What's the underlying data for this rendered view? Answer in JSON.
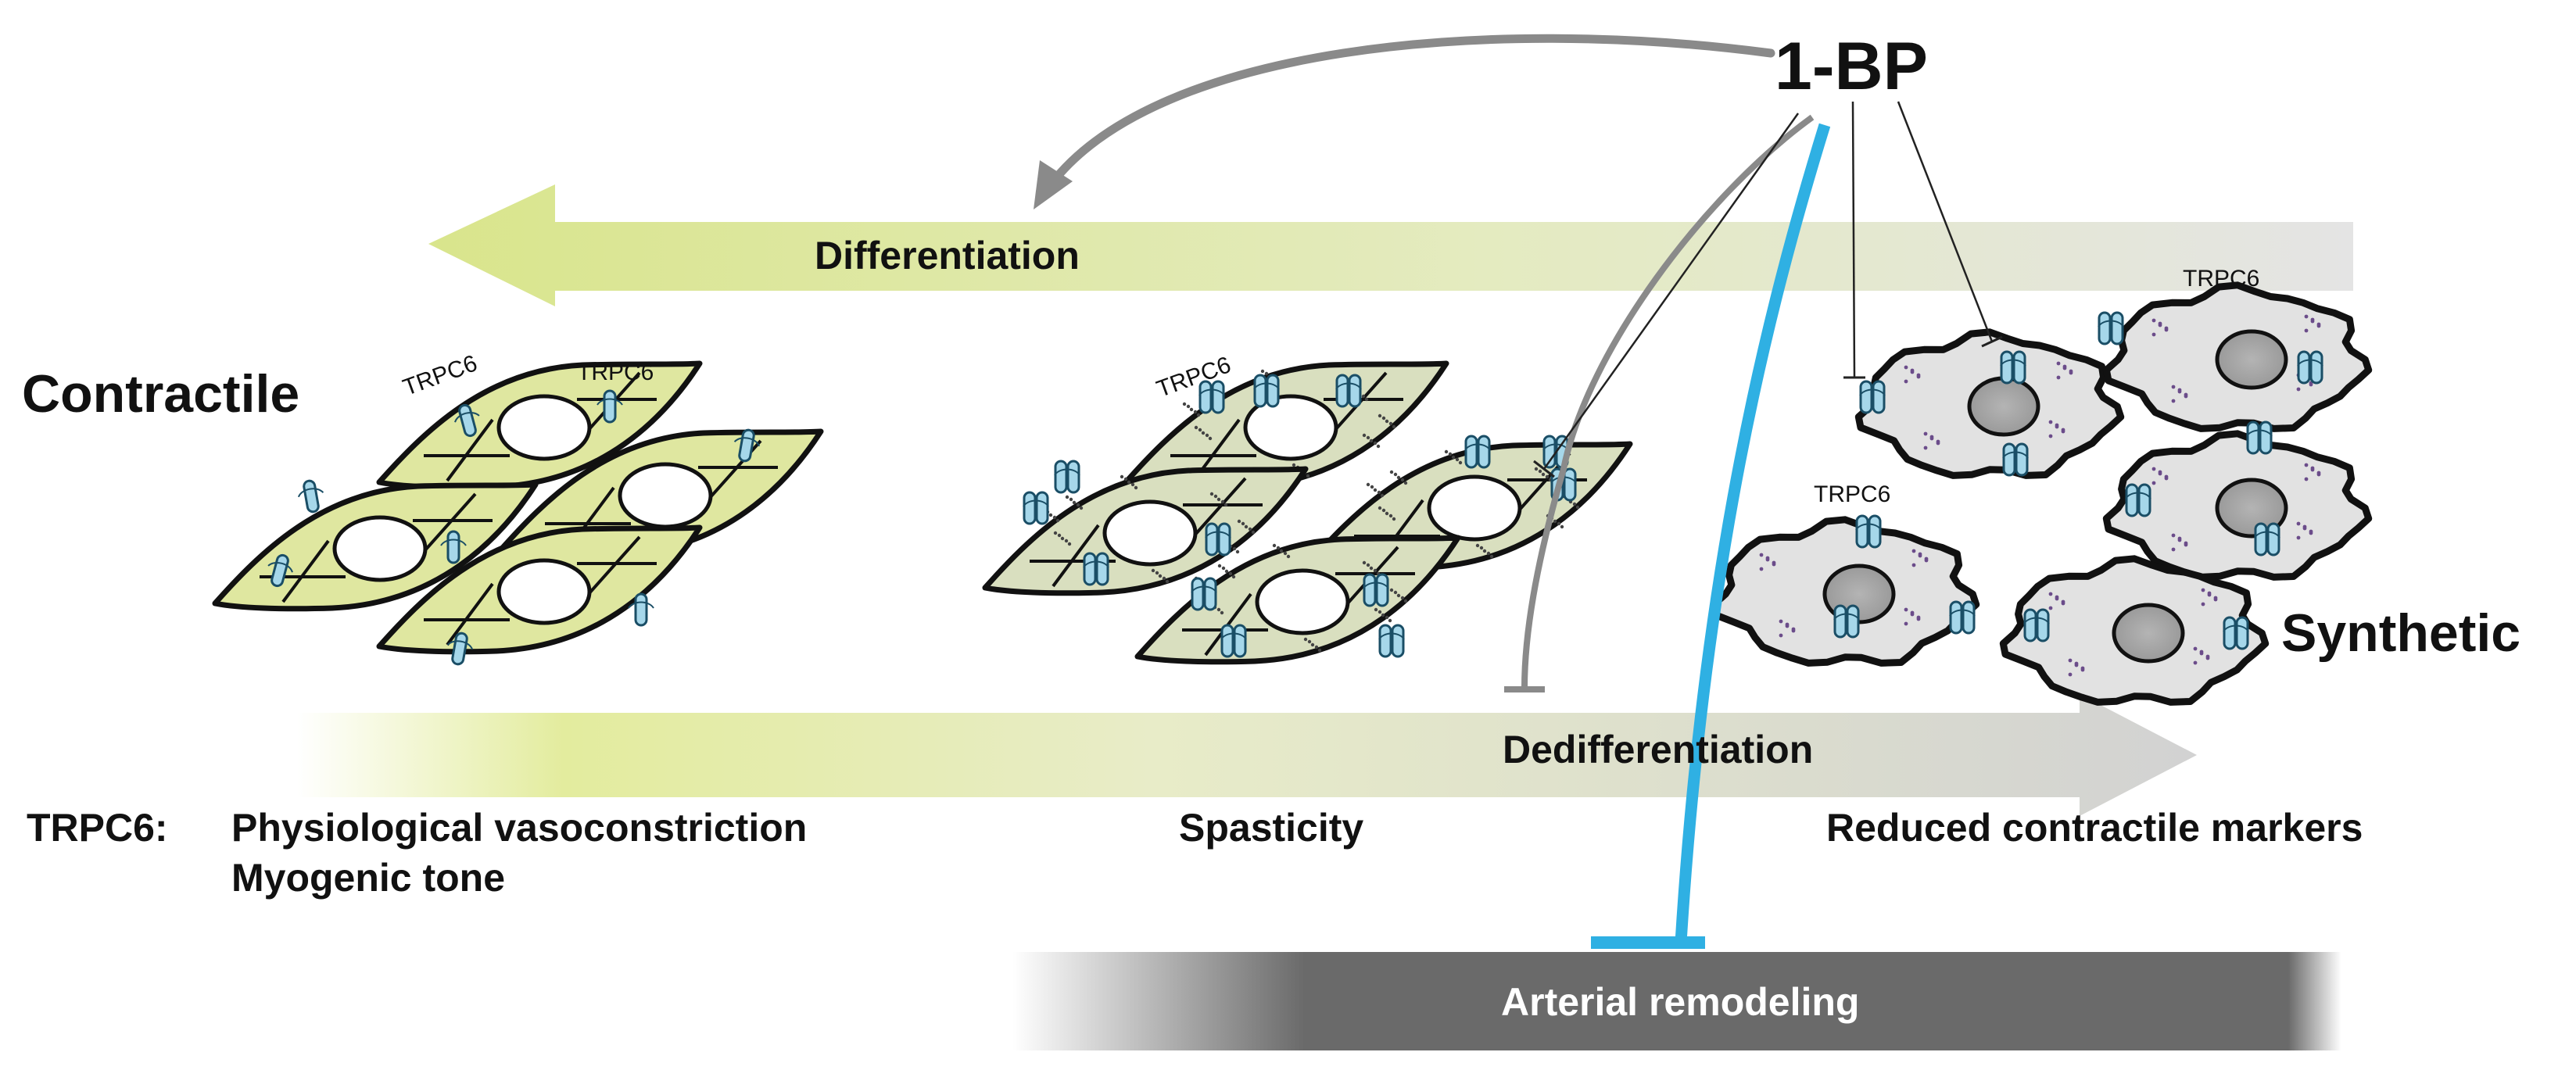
{
  "drug": "1-BP",
  "arrows": {
    "differentiation": "Differentiation",
    "dedifferentiation": "Dedifferentiation"
  },
  "phenotypes": {
    "contractile": "Contractile",
    "synthetic": "Synthetic"
  },
  "channel_label": "TRPC6",
  "trpc6_functions": {
    "prefix": "TRPC6:",
    "contractile_line1": "Physiological vasoconstriction",
    "contractile_line2": "Myogenic tone",
    "intermediate": "Spasticity",
    "synthetic": "Reduced contractile markers"
  },
  "remodeling": "Arterial remodeling",
  "colors": {
    "contractile_cell": "#dfe7a0",
    "intermediate_cell": "#d9dfbf",
    "synthetic_cell": "#e2e2e2",
    "channel": "#a6d7ea",
    "inhibition_line": "#2fb0e3",
    "remodeling_bar": "#6a6a6a",
    "arrow_green": "#dfe9a0",
    "arrow_grey": "#d6d6d6"
  }
}
